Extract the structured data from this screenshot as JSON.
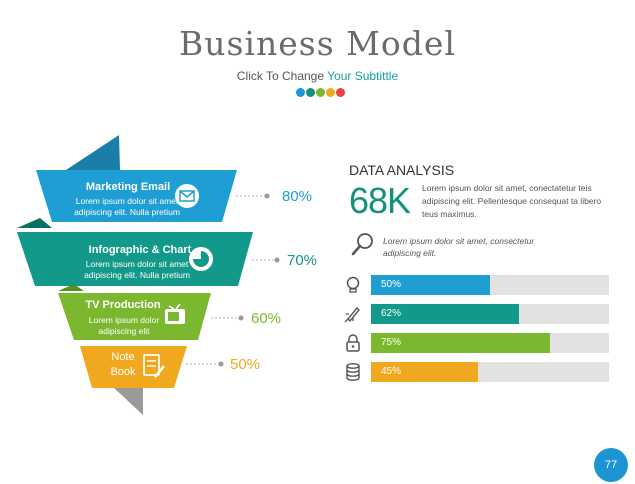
{
  "title": "Business Model",
  "subtitle": {
    "prefix": "Click To Change",
    "accent": "Your Subtittle"
  },
  "dots": [
    "#1e95d3",
    "#14907f",
    "#7cb82f",
    "#f0a81e",
    "#e8423b"
  ],
  "funnel": [
    {
      "title": "Marketing Email",
      "body": [
        "Lorem ipsum dolor sit amet",
        "adipiscing elit. Nulla pretium"
      ],
      "percent": "80%",
      "color": "#1e9ed3",
      "icon": "envelope-icon"
    },
    {
      "title": "Infographic & Chart",
      "body": [
        "Lorem ipsum dolor sit amet",
        "adipiscing elit. Nulla pretium"
      ],
      "percent": "70%",
      "color": "#12998a",
      "icon": "pie-chart-icon"
    },
    {
      "title": "TV Production",
      "body": [
        "Lorem ipsum dolor",
        "adipiscing elit"
      ],
      "percent": "60%",
      "color": "#7cb82f",
      "icon": "tv-icon"
    },
    {
      "title": "Note",
      "title2": "Book",
      "percent": "50%",
      "color": "#f0a81e",
      "icon": "notebook-icon"
    }
  ],
  "data_analysis": {
    "heading": "DATA ANALYSIS",
    "big_number": "68K",
    "text": "Lorem ipsum dolor sit amet, conectatetur teis adipiscing elit. Pellentesque consequat ta libero teus maximus.",
    "search_text": "Lorem ipsum dolor sit amet, consectetur adipiscing elit."
  },
  "bars": [
    {
      "label": "50%",
      "value": 0.5,
      "color": "#1e9ed3",
      "icon": "lightbulb-icon"
    },
    {
      "label": "62%",
      "value": 0.62,
      "color": "#12998a",
      "icon": "rocket-icon"
    },
    {
      "label": "75%",
      "value": 0.75,
      "color": "#7cb82f",
      "icon": "padlock-icon"
    },
    {
      "label": "45%",
      "value": 0.45,
      "color": "#f0a81e",
      "icon": "database-icon"
    }
  ],
  "page_number": "77"
}
